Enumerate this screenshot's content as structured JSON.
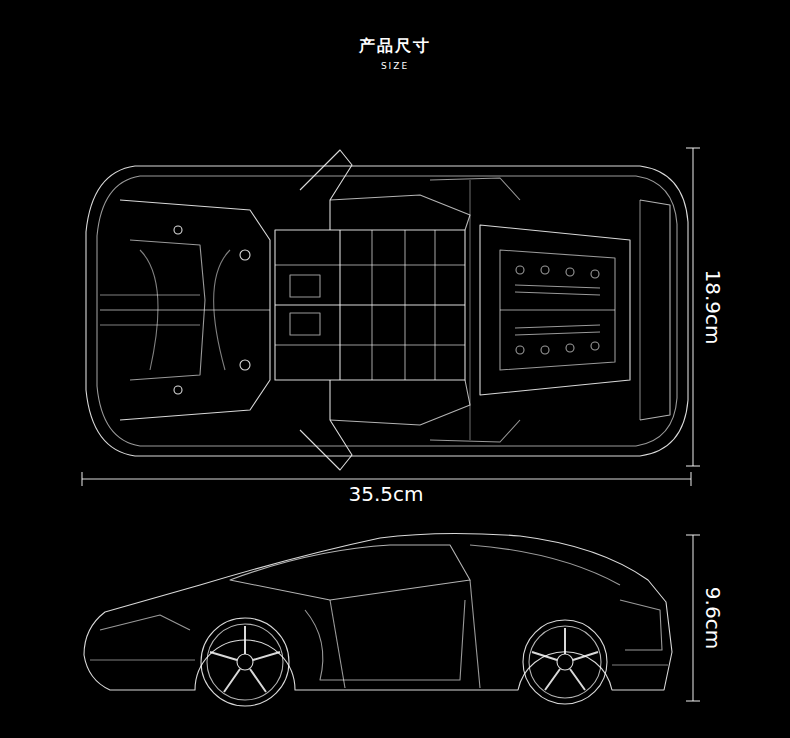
{
  "diagram": {
    "title": "产品尺寸",
    "labels": [
      "SIZE",
      "18.9cm",
      "35.5cm",
      "9.6cm"
    ]
  }
}
